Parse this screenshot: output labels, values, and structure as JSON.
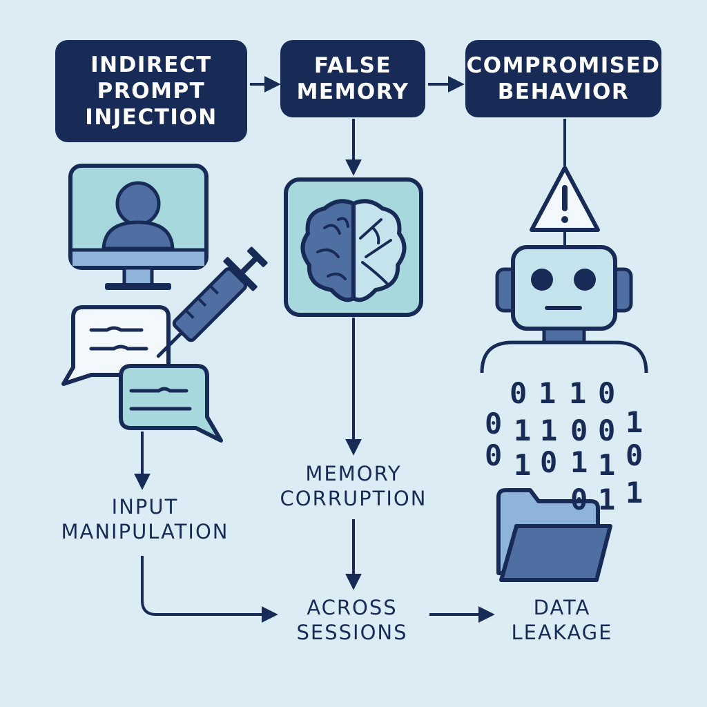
{
  "boxes": {
    "indirect_prompt_injection": [
      "INDIRECT",
      "PROMPT",
      "INJECTION"
    ],
    "false_memory": [
      "FALSE",
      "MEMORY"
    ],
    "compromised_behavior": [
      "COMPROMISED",
      "BEHAVIOR"
    ]
  },
  "labels": {
    "input_manipulation": [
      "INPUT",
      "MANIPULATION"
    ],
    "memory_corruption": [
      "MEMORY",
      "CORRUPTION"
    ],
    "across_sessions": [
      "ACROSS",
      "SESSIONS"
    ],
    "data_leakage": [
      "DATA",
      "LEAKAGE"
    ]
  },
  "binary_stream": [
    [
      "0",
      "1",
      "1",
      "0"
    ],
    [
      "0",
      "1",
      "1",
      "0",
      "0",
      "1"
    ],
    [
      "0",
      "1",
      "0",
      "1",
      "1",
      "0"
    ],
    [
      "0",
      "1",
      "1"
    ]
  ],
  "icons": [
    "monitor-user-icon",
    "speech-bubble-icon",
    "syringe-icon",
    "brain-icon",
    "warning-triangle-icon",
    "robot-icon",
    "folder-icon"
  ],
  "colors": {
    "background": "#dcecf5",
    "dark_navy": "#182b56",
    "teal": "#a6d8dd",
    "blue": "#4f6fa3",
    "light_panel": "#c5e3ec"
  }
}
